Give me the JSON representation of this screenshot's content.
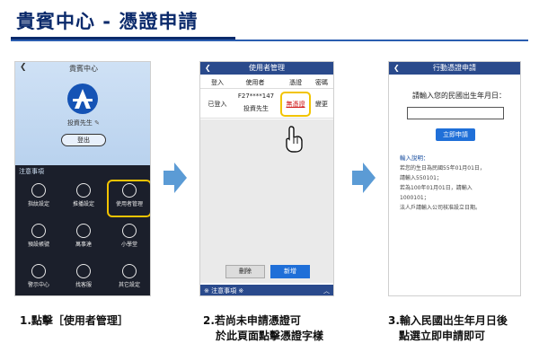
{
  "title": "貴賓中心 - 憑證申請",
  "panel1": {
    "header": "貴賓中心",
    "user": "投資先生",
    "logout": "登出",
    "notice": "注意事項",
    "grid": [
      "指紋設定",
      "推播設定",
      "使用者管理",
      "預設帳號",
      "萬事達",
      "小學堂",
      "警示中心",
      "找客服",
      "其它設定"
    ]
  },
  "panel2": {
    "header": "使用者管理",
    "cols": [
      "登入",
      "使用者",
      "憑證",
      "密碼"
    ],
    "row": {
      "login": "已登入",
      "id": "F27****147",
      "name": "投資先生",
      "cert": "無憑證",
      "pwd": "變更"
    },
    "delete": "刪除",
    "add": "新增",
    "footer": "※ 注意事項 ※"
  },
  "panel3": {
    "header": "行動憑證申請",
    "prompt": "請輸入您的民國出生年月日：",
    "apply": "立即申請",
    "ins_title": "輸入說明：",
    "ins": [
      "若您的生日為民國55年01月01日，",
      "請輸入550101；",
      "若為100年01月01日，請輸入",
      "1000101；",
      "法人戶請輸入公司核准設立日期。"
    ]
  },
  "captions": {
    "c1": "1.點擊［使用者管理］",
    "c2a": "2.若尚未申請憑證可",
    "c2b": "於此頁面點擊憑證字樣",
    "c3a": "3.輸入民國出生年月日後",
    "c3b": "點選立即申請即可"
  },
  "colors": {
    "accent": "#1f6fd8",
    "header": "#2a4a8c",
    "highlight": "#f2c400",
    "title": "#0b2a6b"
  }
}
